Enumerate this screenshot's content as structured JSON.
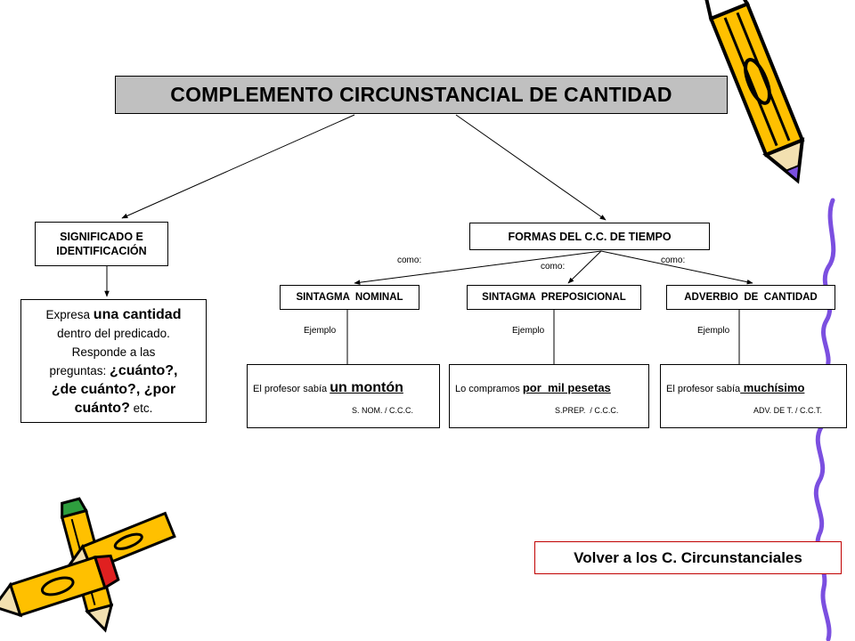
{
  "title": "COMPLEMENTO CIRCUNSTANCIAL DE CANTIDAD",
  "left_branch": {
    "header_line1": "SIGNIFICADO E",
    "header_line2": "IDENTIFICACIÓN",
    "desc": {
      "t1": "Expresa ",
      "b1": "una cantidad",
      "t2": "dentro del predicado.",
      "t3": "Responde a las",
      "t4": "preguntas: ",
      "b2": "¿cuánto?,",
      "b3": "¿de cuánto?, ¿por",
      "b4": "cuánto?",
      "t5": " etc."
    }
  },
  "right_branch": {
    "header": "FORMAS DEL C.C. DE TIEMPO",
    "connector_label": "como:",
    "types": [
      {
        "name": "SINTAGMA  NOMINAL",
        "example_label": "Ejemplo",
        "sentence_prefix": "El profesor sabía ",
        "highlight": "un montón",
        "analysis": "S. NOM. / C.C.C."
      },
      {
        "name": "SINTAGMA  PREPOSICIONAL",
        "example_label": "Ejemplo",
        "sentence_prefix": "Lo compramos ",
        "highlight": "por  mil pesetas",
        "analysis": "S.PREP.  / C.C.C."
      },
      {
        "name": "ADVERBIO  DE  CANTIDAD",
        "example_label": "Ejemplo",
        "sentence_prefix": "El profesor sabía",
        "highlight": " muchísimo",
        "analysis": "ADV. DE T. / C.C.T."
      }
    ]
  },
  "back_link": "Volver a los C. Circunstanciales",
  "decorations": [
    "pencil-icon",
    "crossed-pencils-icon",
    "purple-squiggle-line"
  ]
}
